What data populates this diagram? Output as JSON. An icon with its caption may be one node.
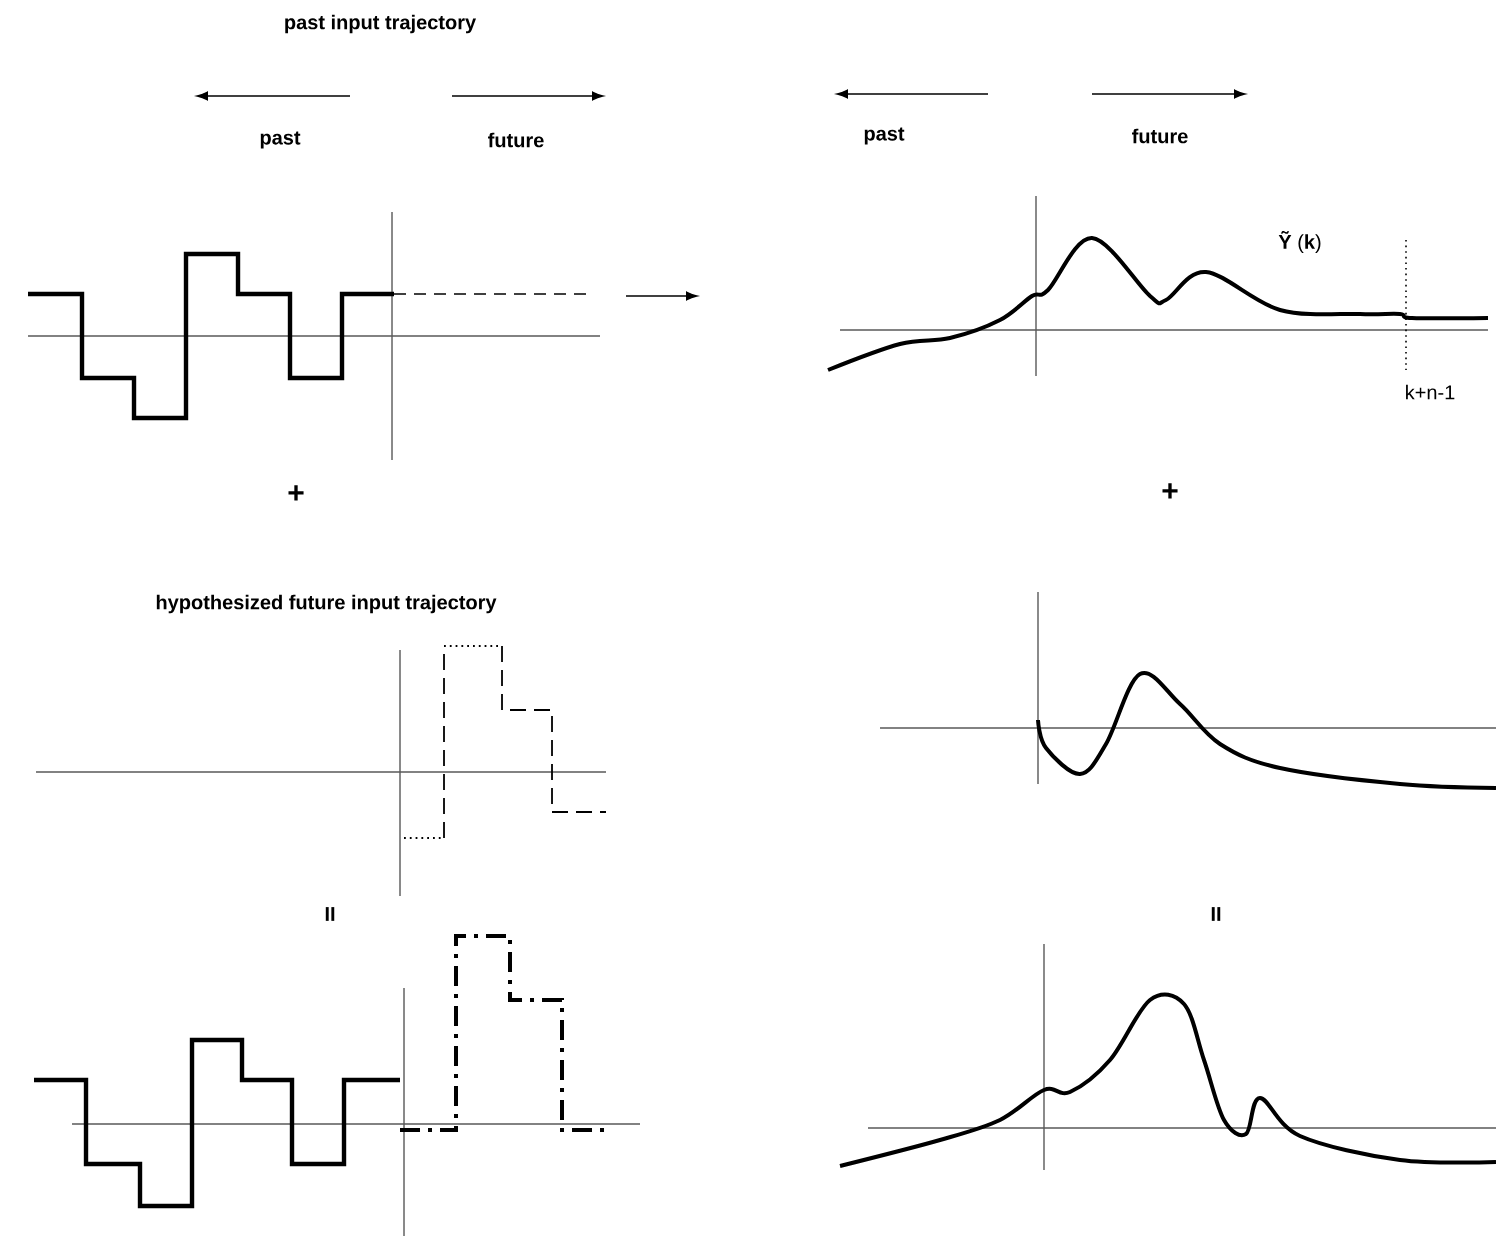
{
  "diagram": {
    "labels": [
      "past input trajectory",
      "past",
      "future",
      "past",
      "future",
      "**Ỹ** (**k**)",
      "k+n-1",
      "+",
      "+",
      "hypothesized future input trajectory",
      "II",
      "II"
    ]
  }
}
